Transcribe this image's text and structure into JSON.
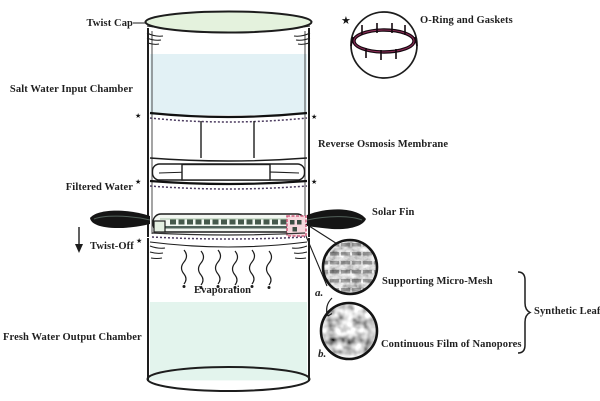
{
  "diagram": {
    "device_labels": {
      "twist_cap": "Twist Cap",
      "salt_water_input_chamber": "Salt Water Input Chamber",
      "filtered_water": "Filtered Water",
      "twist_off": "Twist-Off",
      "evaporation": "Evaporation",
      "fresh_water_output_chamber": "Fresh Water Output Chamber"
    },
    "callout_labels": {
      "o_ring_and_gaskets": "O-Ring and Gaskets",
      "reverse_osmosis_membrane": "Reverse Osmosis Membrane",
      "solar_fin": "Solar Fin",
      "supporting_micro_mesh": "Supporting Micro-Mesh",
      "continuous_film_of_nanopores": "Continuous Film of Nanopores",
      "synthetic_leaf": "Synthetic Leaf"
    },
    "markers": {
      "star": "★",
      "a": "a.",
      "b": "b."
    },
    "colors": {
      "cap_green": "#e4f2dd",
      "salt_water_blue": "#e2f1f5",
      "fresh_water_green": "#e3f4ed",
      "fin_black": "#151515",
      "gasket_dash_purple": "#4b3b5f",
      "o_ring_maroon": "#8e2b57",
      "mesh_dark_green": "#46584c",
      "highlight_pink_fill": "#f7d9de",
      "highlight_pink_border": "#cf5f7e",
      "outline": "#1d1d1d"
    }
  }
}
